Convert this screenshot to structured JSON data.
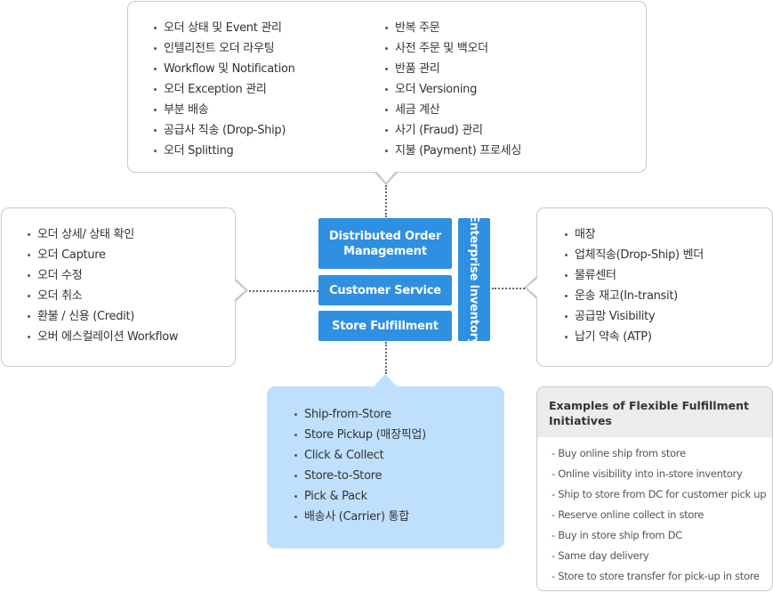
{
  "top_callout": {
    "left_items": [
      "오더 상태 및 Event 관리",
      "인텔리전트 오더 라우팅",
      "Workflow 및 Notification",
      "오더 Exception 관리",
      "부분 배송",
      "공급사 직송 (Drop-Ship)",
      "오더 Splitting"
    ],
    "right_items": [
      "반복 주문",
      "사전 주문 및 백오더",
      "반품 관리",
      "오더 Versioning",
      "세금 계산",
      "사기 (Fraud) 관리",
      "지불 (Payment) 프로세싱"
    ]
  },
  "left_callout": {
    "items": [
      "오더 상세/ 상태 확인",
      "오더 Capture",
      "오더 수정",
      "오더 취소",
      "환불 / 신용 (Credit)",
      "오버 에스컬레이션 Workflow"
    ]
  },
  "right_callout": {
    "items": [
      "매장",
      "업체직송(Drop-Ship) 벤더",
      "물류센터",
      "운송 재고(In-transit)",
      "공급망 Visibility",
      "납기 약속 (ATP)"
    ]
  },
  "bottom_callout": {
    "items": [
      "Ship-from-Store",
      "Store Pickup (매장픽업)",
      "Click & Collect",
      "Store-to-Store",
      "Pick & Pack",
      "배송사 (Carrier) 통합"
    ]
  },
  "center": {
    "dom_line1": "Distributed Order",
    "dom_line2": "Management",
    "customer_service": "Customer Service",
    "store_fulfillment": "Store Fulfillment",
    "enterprise_inventory": "Enterprise inventory"
  },
  "examples": {
    "title": "Examples of Flexible Fulfillment Initiatives",
    "items": [
      "Buy online ship from store",
      "Online visibility into in-store inventory",
      "Ship to store from DC for customer pick up",
      "Reserve online collect in store",
      "Buy in store ship from DC",
      "Same day delivery",
      "Store to store transfer for pick-up in store"
    ]
  },
  "colors": {
    "box_blue": "#2f8fe0",
    "bottom_fill": "#bfe0fc",
    "callout_border": "#c9c9c9"
  }
}
